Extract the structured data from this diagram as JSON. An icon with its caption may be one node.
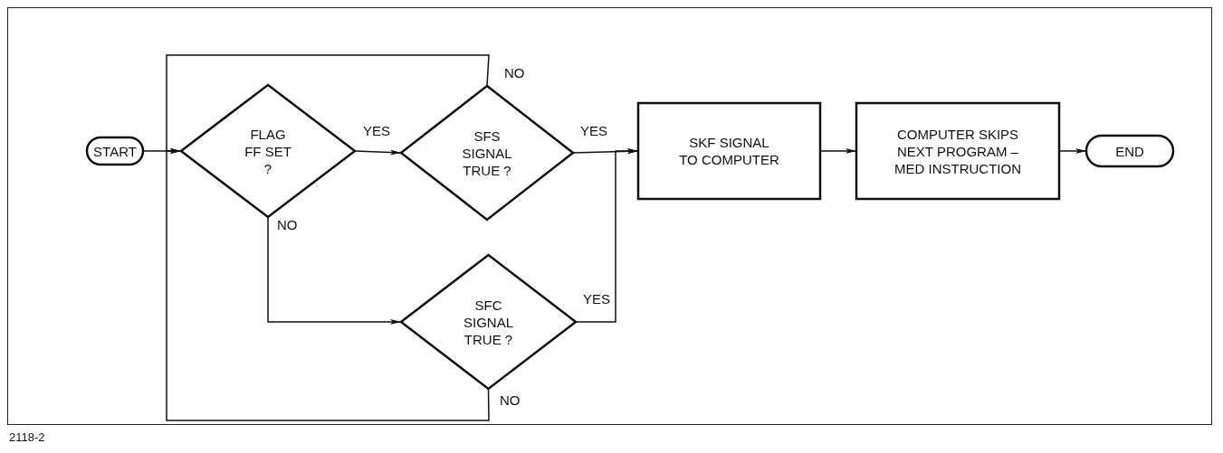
{
  "diagram": {
    "nodes": [
      {
        "text": [
          "START"
        ]
      },
      {
        "text": [
          "FLAG FF SET ?"
        ]
      },
      {
        "text": [
          "SFS SIGNAL TRUE ?"
        ]
      },
      {
        "text": [
          "SFC SIGNAL TRUE ?"
        ]
      },
      {
        "text": [
          "SKF SIGNAL TO COMPUTER"
        ]
      },
      {
        "text": [
          "COMPUTER SKIPS NEXT PROGRAM – MED INSTRUCTION"
        ]
      },
      {
        "text": [
          "END"
        ]
      }
    ],
    "edges": [
      {
        "from": 0,
        "to": 1,
        "arrow": "to"
      },
      {
        "from": 1,
        "to": 2,
        "arrow": "to",
        "label": "YES"
      },
      {
        "from": 1,
        "to": 3,
        "arrow": "to",
        "label": "NO"
      },
      {
        "from": 2,
        "to": 1,
        "arrow": "to",
        "label": "NO"
      },
      {
        "from": 2,
        "to": 4,
        "arrow": "to",
        "label": "YES"
      },
      {
        "from": 3,
        "to": 4,
        "arrow": "to",
        "label": "YES"
      },
      {
        "from": 3,
        "to": 1,
        "arrow": "to",
        "label": "NO"
      },
      {
        "from": 4,
        "to": 5,
        "arrow": "to"
      },
      {
        "from": 5,
        "to": 6,
        "arrow": "to"
      }
    ],
    "labels": [
      "2118-2"
    ]
  }
}
